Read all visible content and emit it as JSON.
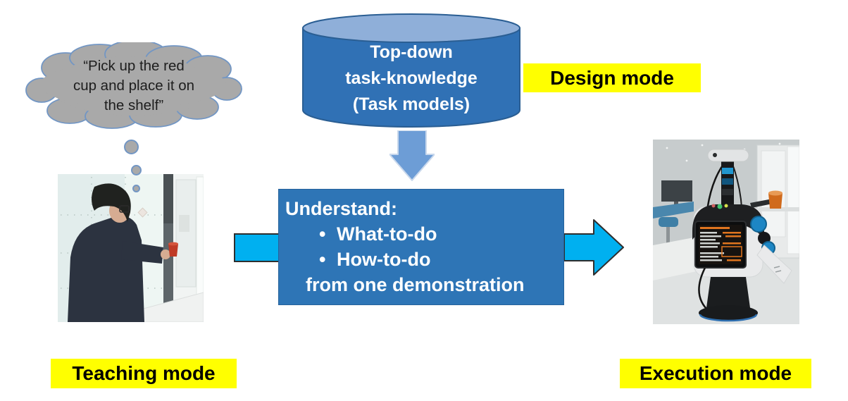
{
  "palette": {
    "highlight_yellow": "#FFFF00",
    "cylinder_blue": "#3071B5",
    "cylinder_top_blue": "#8FAFD9",
    "cylinder_border_blue": "#2A5E93",
    "understand_box_blue": "#2E75B6",
    "down_arrow_blue": "#6D9DD6",
    "flow_arrow_cyan": "#00B0F0",
    "cloud_gray": "#A9A9A9",
    "cloud_outline_blue": "#7296C4"
  },
  "thought_bubble": {
    "lines": [
      "“Pick up the red",
      "cup and place it on",
      "the shelf”"
    ]
  },
  "knowledge_store": {
    "lines": [
      "Top-down",
      "task-knowledge",
      "(Task models)"
    ]
  },
  "understand_box": {
    "title": "Understand:",
    "bullet": "•",
    "items": [
      "What-to-do",
      "How-to-do"
    ],
    "footer": "from one demonstration"
  },
  "mode_labels": {
    "design": "Design mode",
    "teaching": "Teaching mode",
    "execution": "Execution mode"
  }
}
